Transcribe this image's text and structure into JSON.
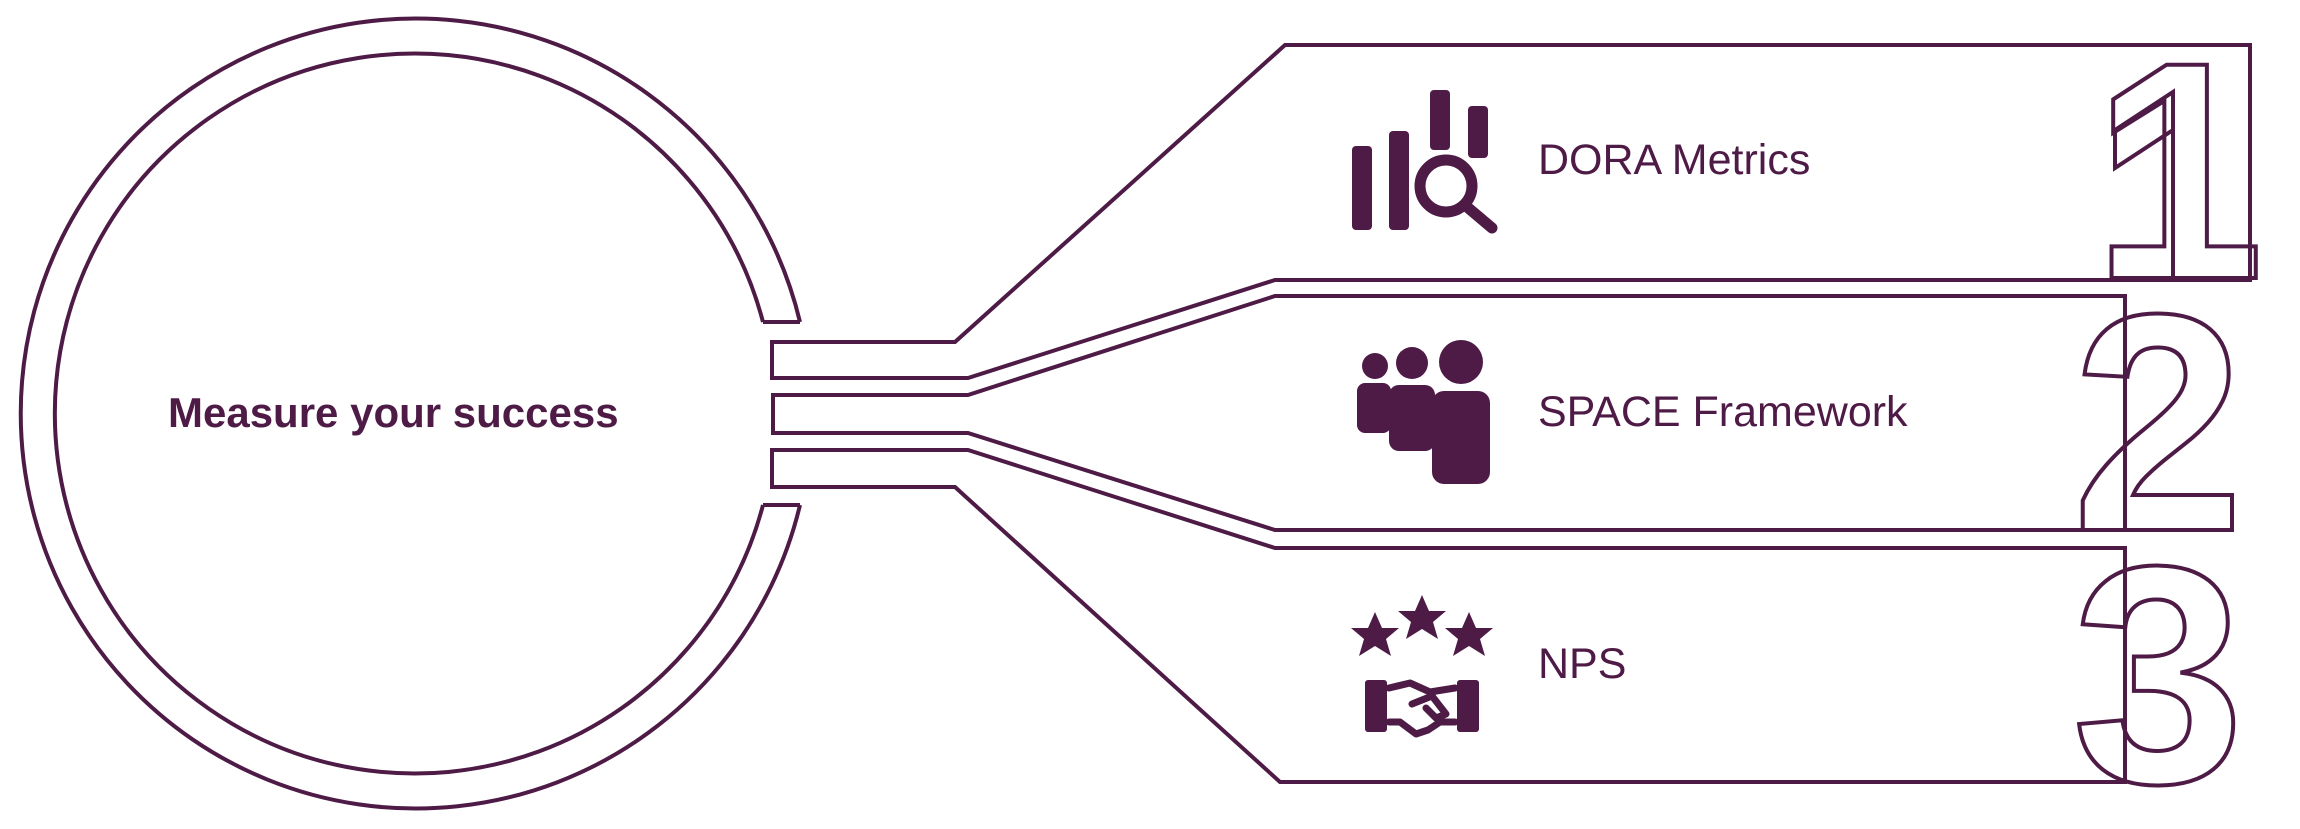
{
  "center": {
    "title": "Measure your success"
  },
  "items": [
    {
      "number": "1",
      "label": "DORA Metrics",
      "icon": "chart-magnifier-icon"
    },
    {
      "number": "2",
      "label": "SPACE Framework",
      "icon": "people-group-icon"
    },
    {
      "number": "3",
      "label": "NPS",
      "icon": "stars-handshake-icon"
    }
  ],
  "colors": {
    "accent": "#4e1b46",
    "background": "#ffffff"
  }
}
